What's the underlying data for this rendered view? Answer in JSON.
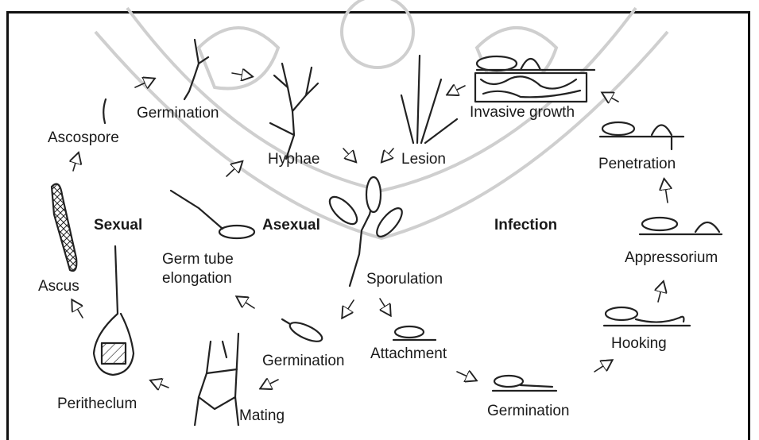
{
  "labels": {
    "germination_top": "Germination",
    "ascospore": "Ascospore",
    "hyphae": "Hyphae",
    "lesion": "Lesion",
    "invasive_growth": "Invasive growth",
    "penetration": "Penetration",
    "sexual": "Sexual",
    "asexual": "Asexual",
    "infection": "Infection",
    "germ_tube_1": "Germ tube",
    "germ_tube_2": "elongation",
    "sporulation": "Sporulation",
    "appressorium": "Appressorium",
    "ascus": "Ascus",
    "hooking": "Hooking",
    "germination_mid": "Germination",
    "attachment": "Attachment",
    "perithecium": "Peritheclum",
    "mating": "Mating",
    "germination_bottom": "Germination"
  },
  "colors": {
    "line": "#222222",
    "text": "#1a1a1a",
    "watermark": "#c8c8c8"
  }
}
